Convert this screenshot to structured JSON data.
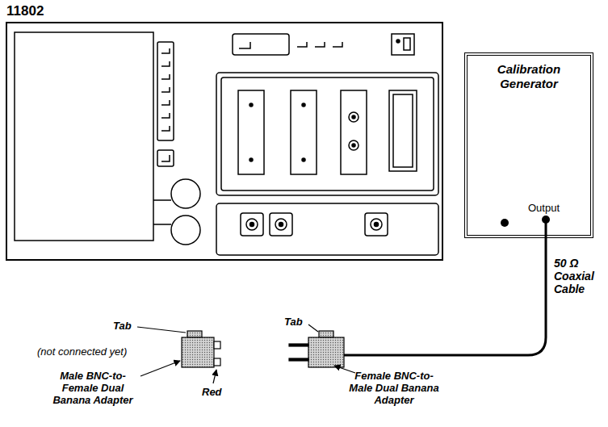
{
  "diagram": {
    "nodes": [
      {
        "text": [
          "Calibration Generator",
          "Output"
        ]
      }
    ],
    "labels": [
      "11802",
      "Tab",
      "(not connected yet)",
      "Male BNC-to-Female Dual Banana Adapter",
      "Red",
      "Tab",
      "Female BNC-to-Male Dual Banana Adapter",
      "50 Ω Coaxial Cable"
    ]
  }
}
